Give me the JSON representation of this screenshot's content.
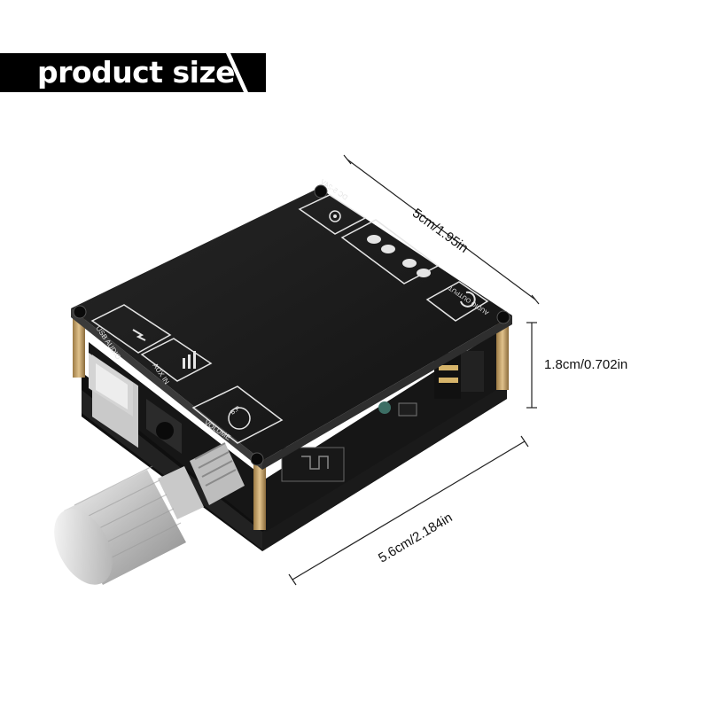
{
  "banner": {
    "title": "product size"
  },
  "dimensions": {
    "width": "5cm/1.95in",
    "height": "1.8cm/0.702in",
    "length": "5.6cm/2.184in"
  },
  "board": {
    "power_label": "DC 5-24V",
    "usb_label": "USB AUDIO",
    "aux_label": "AUX IN",
    "volume_label": "VOLUME",
    "audio_output_label": "AUDIO OUTPUT",
    "bp_label": "B.P"
  },
  "colors": {
    "banner_bg": "#000000",
    "board_top": "#1b1b1b",
    "board_edge": "#0c0c0c",
    "standoff": "#c9a56a",
    "knob": "#d8d8d8"
  }
}
